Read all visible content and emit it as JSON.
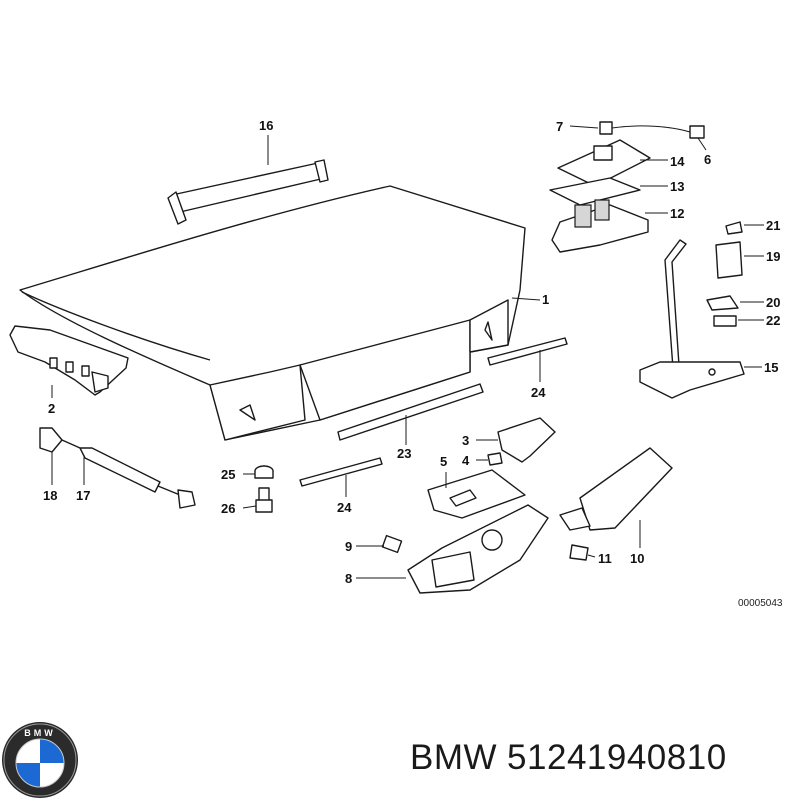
{
  "diagram": {
    "callouts": [
      {
        "id": "1",
        "label": "1"
      },
      {
        "id": "2",
        "label": "2"
      },
      {
        "id": "3",
        "label": "3"
      },
      {
        "id": "4",
        "label": "4"
      },
      {
        "id": "5",
        "label": "5"
      },
      {
        "id": "6",
        "label": "6"
      },
      {
        "id": "7",
        "label": "7"
      },
      {
        "id": "8",
        "label": "8"
      },
      {
        "id": "9",
        "label": "9"
      },
      {
        "id": "10",
        "label": "10"
      },
      {
        "id": "11",
        "label": "11"
      },
      {
        "id": "12",
        "label": "12"
      },
      {
        "id": "13",
        "label": "13"
      },
      {
        "id": "14",
        "label": "14"
      },
      {
        "id": "15",
        "label": "15"
      },
      {
        "id": "16",
        "label": "16"
      },
      {
        "id": "17",
        "label": "17"
      },
      {
        "id": "18",
        "label": "18"
      },
      {
        "id": "19",
        "label": "19"
      },
      {
        "id": "20",
        "label": "20"
      },
      {
        "id": "21",
        "label": "21"
      },
      {
        "id": "22",
        "label": "22"
      },
      {
        "id": "23",
        "label": "23"
      },
      {
        "id": "24a",
        "label": "24"
      },
      {
        "id": "24b",
        "label": "24"
      },
      {
        "id": "25",
        "label": "25"
      },
      {
        "id": "26",
        "label": "26"
      }
    ],
    "reference_code": "00005043"
  },
  "brand": {
    "name": "BMW",
    "part_number": "51241940810",
    "logo_icon": "bmw-roundel-icon",
    "logo_text": "BMW",
    "colors": {
      "blue": "#1c69d4",
      "white": "#ffffff",
      "ring": "#2b2b2b"
    }
  }
}
